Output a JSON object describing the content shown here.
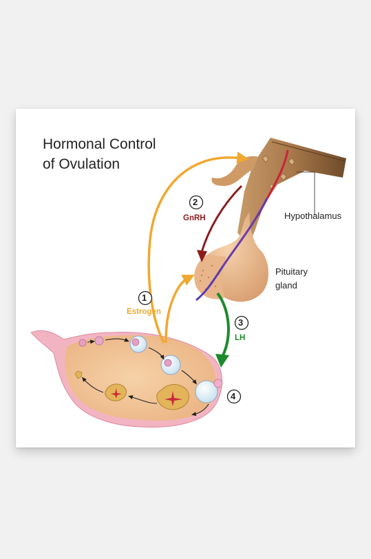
{
  "title": {
    "line1": "Hormonal Control",
    "line2": "of Ovulation"
  },
  "labels": {
    "hypothalamus": "Hypothalamus",
    "pituitary_line1": "Pituitary",
    "pituitary_line2": "gland"
  },
  "steps": [
    {
      "number": "1",
      "hormone": "Estrogen",
      "color": "#f0a830"
    },
    {
      "number": "2",
      "hormone": "GnRH",
      "color": "#8b1c1c"
    },
    {
      "number": "3",
      "hormone": "LH",
      "color": "#1c8a2c"
    },
    {
      "number": "4",
      "hormone": "",
      "color": "#222222"
    }
  ],
  "colors": {
    "hypothalamus_tissue": "#a8784a",
    "pituitary_tissue": "#e9bb8d",
    "ovary_outer": "#f0a8b8",
    "ovary_inner": "#f3c49b",
    "corpus_luteum": "#d9a84a"
  }
}
